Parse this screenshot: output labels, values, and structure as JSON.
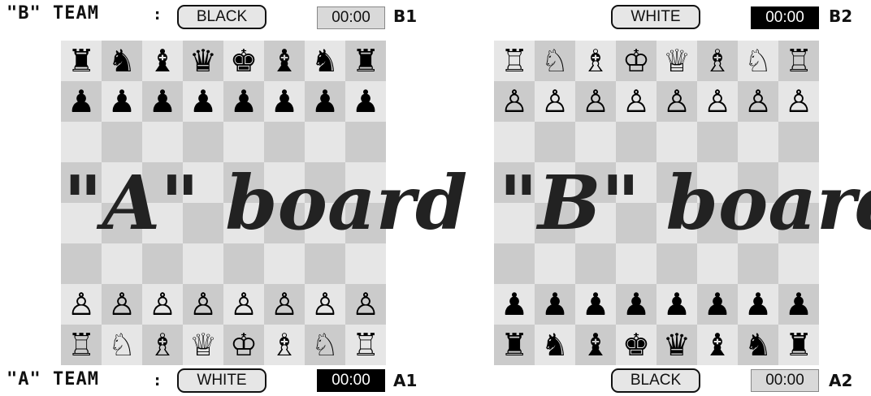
{
  "left": {
    "top_bar": {
      "team": "\"B\" TEAM",
      "colon": ":",
      "color": "BLACK",
      "clock": "00:00",
      "pos": "B1"
    },
    "bottom_bar": {
      "team": "\"A\" TEAM",
      "colon": ":",
      "color": "WHITE",
      "clock": "00:00",
      "pos": "A1"
    },
    "watermark": "\"A\" board",
    "ranks": [
      [
        "♜",
        "♞",
        "♝",
        "♛",
        "♚",
        "♝",
        "♞",
        "♜"
      ],
      [
        "♟",
        "♟",
        "♟",
        "♟",
        "♟",
        "♟",
        "♟",
        "♟"
      ],
      [
        "",
        "",
        "",
        "",
        "",
        "",
        "",
        ""
      ],
      [
        "",
        "",
        "",
        "",
        "",
        "",
        "",
        ""
      ],
      [
        "",
        "",
        "",
        "",
        "",
        "",
        "",
        ""
      ],
      [
        "",
        "",
        "",
        "",
        "",
        "",
        "",
        ""
      ],
      [
        "♙",
        "♙",
        "♙",
        "♙",
        "♙",
        "♙",
        "♙",
        "♙"
      ],
      [
        "♖",
        "♘",
        "♗",
        "♕",
        "♔",
        "♗",
        "♘",
        "♖"
      ]
    ]
  },
  "right": {
    "top_bar": {
      "color": "WHITE",
      "clock": "00:00",
      "pos": "B2"
    },
    "bottom_bar": {
      "color": "BLACK",
      "clock": "00:00",
      "pos": "A2"
    },
    "watermark": "\"B\" board",
    "ranks": [
      [
        "♖",
        "♘",
        "♗",
        "♔",
        "♕",
        "♗",
        "♘",
        "♖"
      ],
      [
        "♙",
        "♙",
        "♙",
        "♙",
        "♙",
        "♙",
        "♙",
        "♙"
      ],
      [
        "",
        "",
        "",
        "",
        "",
        "",
        "",
        ""
      ],
      [
        "",
        "",
        "",
        "",
        "",
        "",
        "",
        ""
      ],
      [
        "",
        "",
        "",
        "",
        "",
        "",
        "",
        ""
      ],
      [
        "",
        "",
        "",
        "",
        "",
        "",
        "",
        ""
      ],
      [
        "♟",
        "♟",
        "♟",
        "♟",
        "♟",
        "♟",
        "♟",
        "♟"
      ],
      [
        "♜",
        "♞",
        "♝",
        "♚",
        "♛",
        "♝",
        "♞",
        "♜"
      ]
    ]
  },
  "colors": {
    "light_square": "#e6e6e6",
    "dark_square": "#cbcbcb",
    "clock_active": "#000000"
  }
}
